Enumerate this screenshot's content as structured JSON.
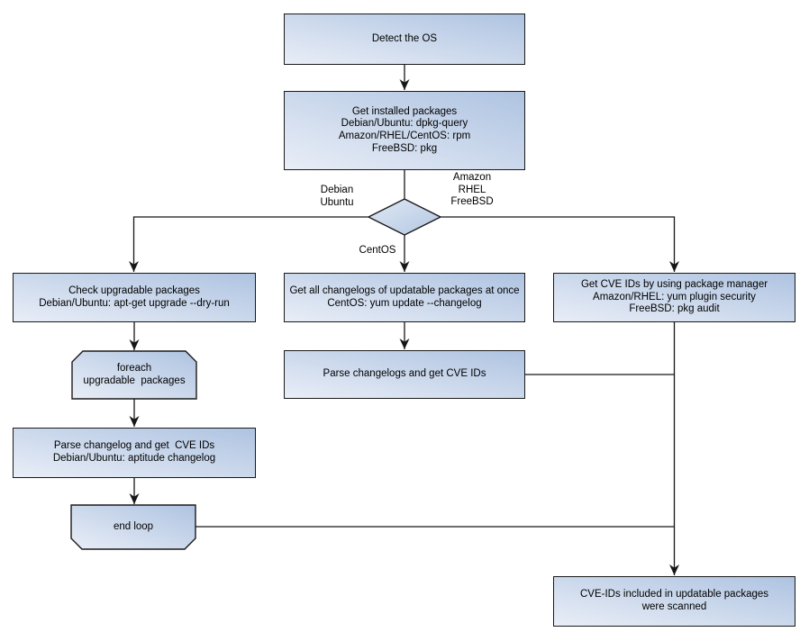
{
  "diagram": {
    "type": "flowchart",
    "background": "#ffffff",
    "colors": {
      "node_fill_dark": "#aec3e1",
      "node_fill_light": "#e9eef7",
      "node_border": "#1a1a1a",
      "connector": "#161616",
      "text": "#000000"
    },
    "nodes": [
      {
        "id": "detect-os",
        "shape": "rect",
        "label": "Detect the OS"
      },
      {
        "id": "get-installed-packages",
        "shape": "rect",
        "label": "Get installed packages\nDebian/Ubuntu: dpkg-query\nAmazon/RHEL/CentOS: rpm\nFreeBSD: pkg"
      },
      {
        "id": "os-decision",
        "shape": "diamond",
        "label": ""
      },
      {
        "id": "check-upgradable-packages",
        "shape": "rect",
        "label": "Check upgradable packages\nDebian/Ubuntu: apt-get upgrade --dry-run"
      },
      {
        "id": "foreach-upgradable-packages",
        "shape": "loop-start",
        "label": "foreach\nupgradable  packages"
      },
      {
        "id": "parse-changelog-get-cve-ids",
        "shape": "rect",
        "label": "Parse changelog and get  CVE IDs\nDebian/Ubuntu: aptitude changelog"
      },
      {
        "id": "end-loop",
        "shape": "loop-end",
        "label": "end loop"
      },
      {
        "id": "get-all-changelogs",
        "shape": "rect",
        "label": "Get all changelogs of updatable packages at once\nCentOS: yum update --changelog"
      },
      {
        "id": "parse-changelogs-get-cve-ids",
        "shape": "rect",
        "label": "Parse changelogs and get CVE IDs"
      },
      {
        "id": "get-cve-ids-by-package-manager",
        "shape": "rect",
        "label": "Get CVE IDs by using package manager\nAmazon/RHEL: yum plugin security\nFreeBSD: pkg audit"
      },
      {
        "id": "cve-ids-scanned",
        "shape": "rect",
        "label": "CVE-IDs included in updatable packages\nwere scanned"
      }
    ],
    "branch_labels": {
      "debian_ubuntu": "Debian\nUbuntu",
      "amazon_rhel_freebsd": "Amazon\nRHEL\nFreeBSD",
      "centos": "CentOS"
    }
  }
}
